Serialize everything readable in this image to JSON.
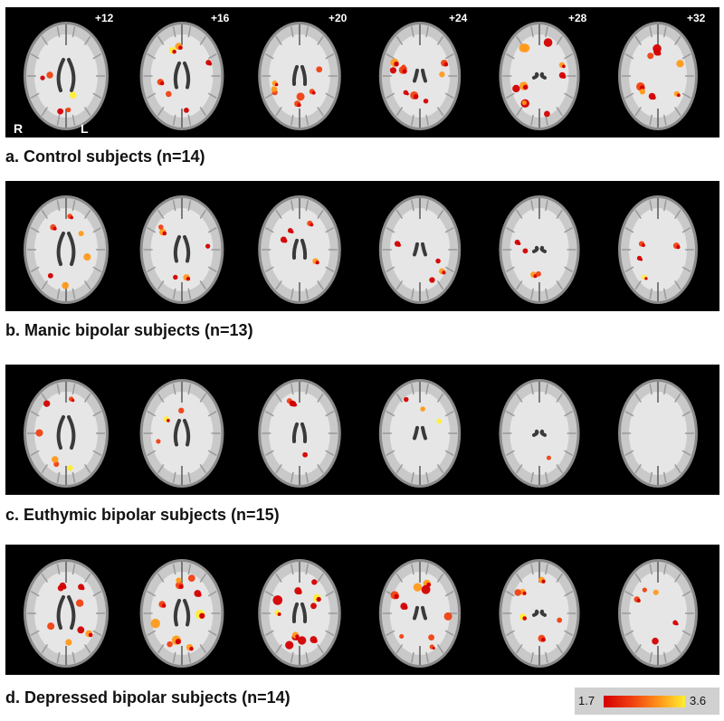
{
  "slice_labels": [
    "+12",
    "+16",
    "+20",
    "+24",
    "+28",
    "+32"
  ],
  "orientation": {
    "right": "R",
    "left": "L"
  },
  "panels": [
    {
      "caption": "a. Control subjects (n=14)",
      "activation": [
        0.35,
        0.45,
        0.5,
        0.65,
        0.7,
        0.6
      ]
    },
    {
      "caption": "b. Manic bipolar subjects (n=13)",
      "activation": [
        0.4,
        0.35,
        0.25,
        0.25,
        0.25,
        0.25
      ]
    },
    {
      "caption": "c. Euthymic bipolar subjects (n=15)",
      "activation": [
        0.4,
        0.2,
        0.25,
        0.2,
        0.05,
        0.0
      ]
    },
    {
      "caption": "d. Depressed bipolar subjects (n=14)",
      "activation": [
        0.55,
        0.7,
        0.75,
        0.65,
        0.4,
        0.35
      ]
    }
  ],
  "colorbar": {
    "min": "1.7",
    "max": "3.6",
    "colors": [
      "#d40000",
      "#f04010",
      "#ff9a1a",
      "#ffee33"
    ]
  }
}
